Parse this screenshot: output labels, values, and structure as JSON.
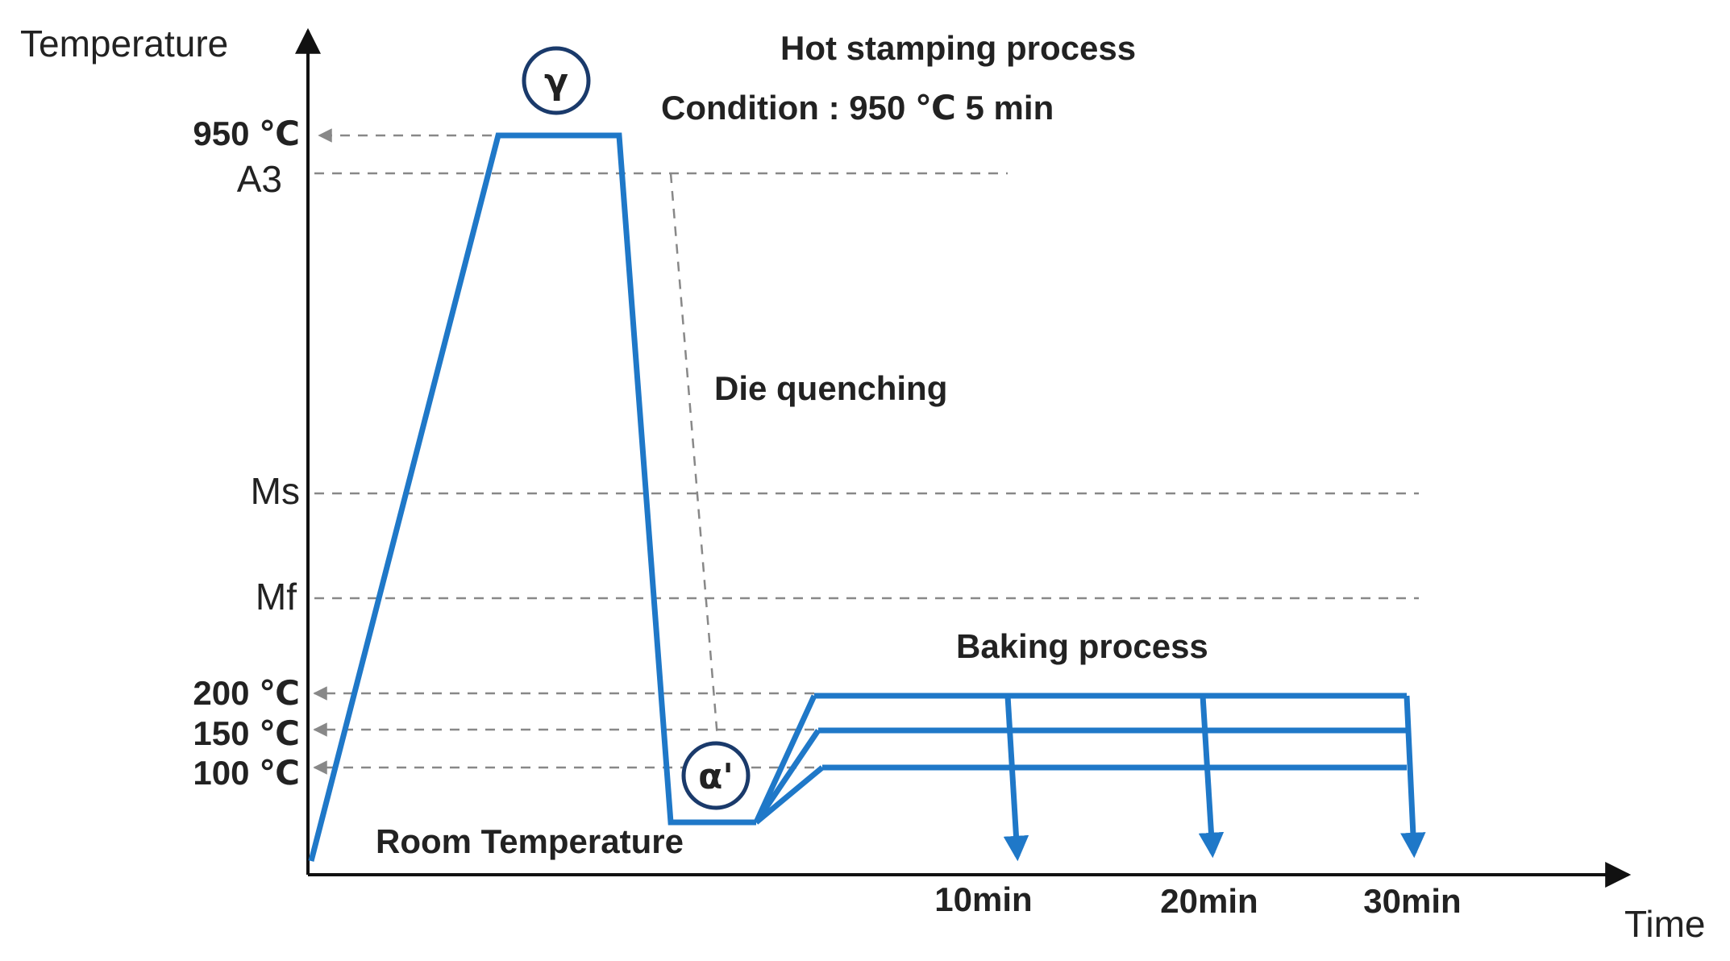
{
  "title": "Hot stamping process",
  "condition": "Condition : 950 ℃ 5 min",
  "y_axis_label": "Temperature",
  "x_axis_label": "Time",
  "temperature_levels": {
    "t950": "950 ℃",
    "a3": "A3",
    "ms": "Ms",
    "mf": "Mf",
    "t200": "200 ℃",
    "t150": "150 ℃",
    "t100": "100 ℃"
  },
  "phases": {
    "austenite": "γ",
    "martensite": "α'"
  },
  "annotations": {
    "die_quenching": "Die quenching",
    "baking_process": "Baking process",
    "room_temperature": "Room Temperature"
  },
  "time_labels": {
    "t10": "10min",
    "t20": "20min",
    "t30": "30min"
  },
  "colors": {
    "curve": "#1f78c8",
    "axis": "#111111",
    "guide": "#888888",
    "circle": "#1a3a6b"
  }
}
